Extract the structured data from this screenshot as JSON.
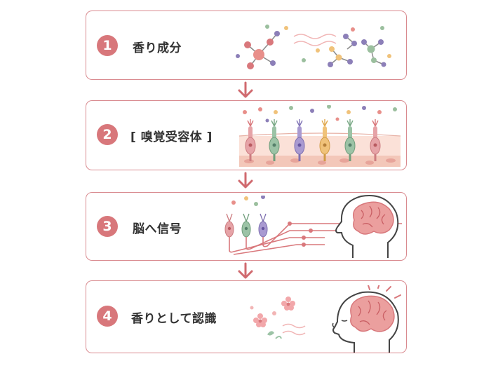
{
  "steps": [
    {
      "number": "1",
      "label": "香り成分"
    },
    {
      "number": "2",
      "label": "[ 嗅覚受容体 ]"
    },
    {
      "number": "3",
      "label": "脳へ信号"
    },
    {
      "number": "4",
      "label": "香りとして認識"
    }
  ],
  "colors": {
    "border": "#d98a8f",
    "badge": "#d8777b",
    "arrow": "#d06a6f",
    "brain": "#eb9f9e",
    "neuron_red": "#e6a3a7",
    "neuron_green": "#9cc3a6",
    "neuron_purple": "#a99ad1",
    "neuron_yellow": "#f0c27a"
  }
}
